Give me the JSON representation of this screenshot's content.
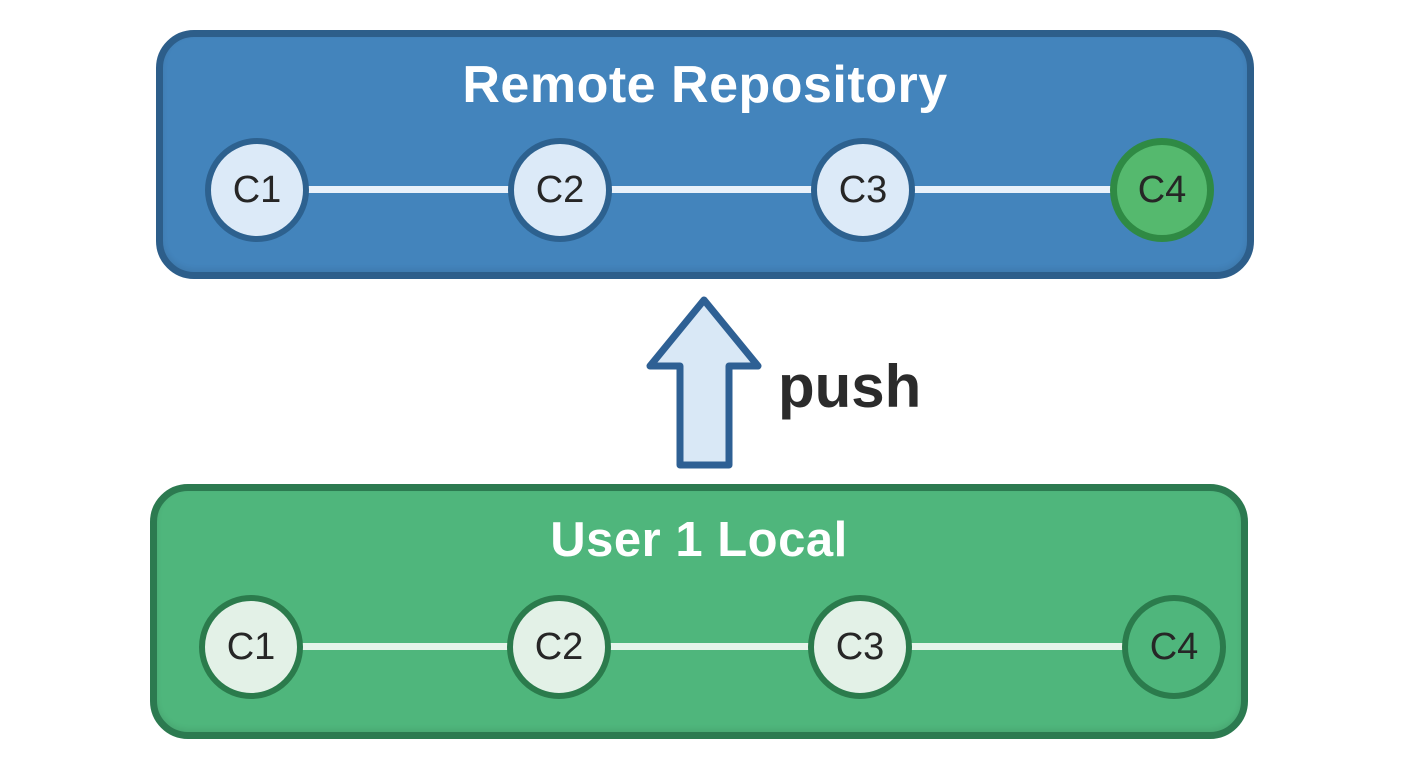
{
  "colors": {
    "remote-fill": "#4384bc",
    "remote-border": "#2d5e8a",
    "remote-node-fill": "#dceaf8",
    "remote-node-border": "#2d618f",
    "remote-connector": "#e9f1fa",
    "highlight-fill": "#55b96e",
    "highlight-border": "#2f8a44",
    "local-fill": "#4fb67c",
    "local-border": "#2c7a50",
    "local-node-fill": "#e3f1e7",
    "local-node-border": "#2b7b4c",
    "local-connector": "#e6f4ea",
    "arrow-fill": "#d9e8f6",
    "arrow-border": "#2e6094",
    "label-text": "#2b2b2b",
    "node-text": "#262626",
    "title-text": "#ffffff"
  },
  "remote": {
    "title": "Remote Repository",
    "commits": [
      {
        "label": "C1"
      },
      {
        "label": "C2"
      },
      {
        "label": "C3"
      },
      {
        "label": "C4",
        "highlighted": true
      }
    ]
  },
  "local": {
    "title": "User 1 Local",
    "commits": [
      {
        "label": "C1"
      },
      {
        "label": "C2"
      },
      {
        "label": "C3"
      },
      {
        "label": "C4",
        "outlined": true
      }
    ]
  },
  "action": {
    "label": "push"
  }
}
